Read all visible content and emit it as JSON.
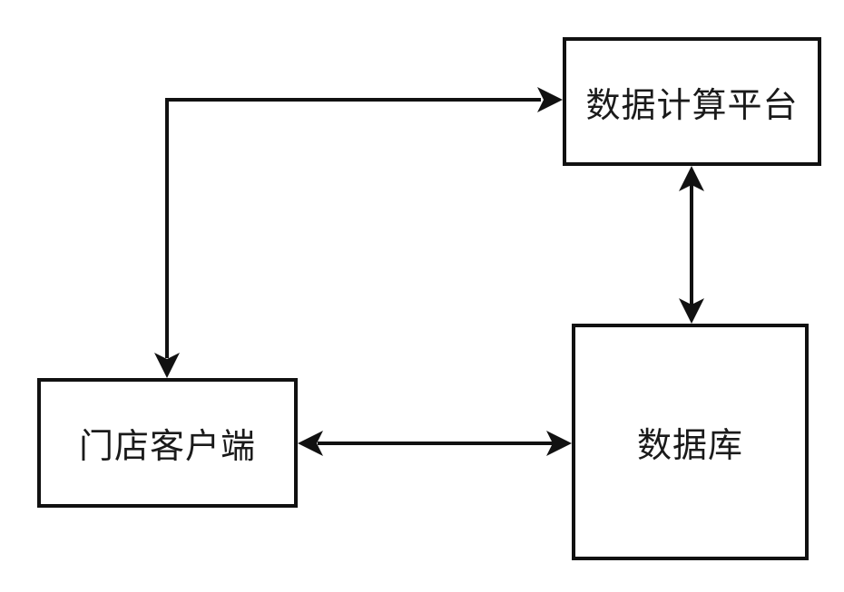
{
  "diagram": {
    "nodes": {
      "platform": {
        "label": "数据计算平台"
      },
      "store_client": {
        "label": "门店客户端"
      },
      "database": {
        "label": "数据库"
      }
    },
    "edges": [
      {
        "from": "store_client",
        "to": "platform",
        "direction": "bidirectional"
      },
      {
        "from": "platform",
        "to": "database",
        "direction": "bidirectional"
      },
      {
        "from": "store_client",
        "to": "database",
        "direction": "bidirectional"
      }
    ],
    "colors": {
      "line": "#111111",
      "box_border": "#111111",
      "text": "#1a1a1a",
      "background": "#ffffff"
    }
  }
}
